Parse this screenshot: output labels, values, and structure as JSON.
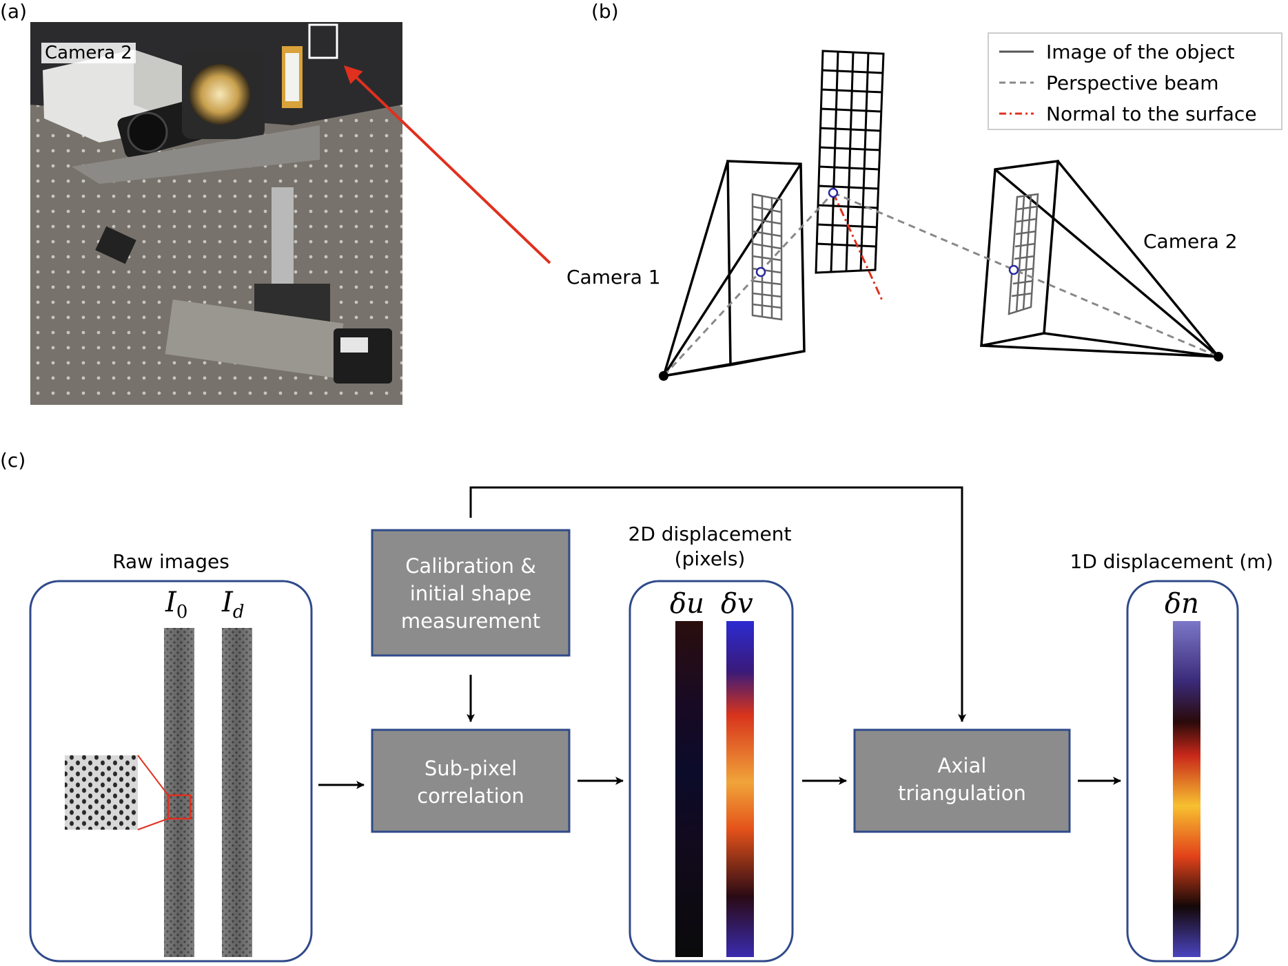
{
  "panels": {
    "a": "(a)",
    "b": "(b)",
    "c": "(c)"
  },
  "photo": {
    "camera2_label": "Camera 2"
  },
  "panel_b": {
    "camera1_label": "Camera 1",
    "camera2_label": "Camera 2",
    "legend": [
      {
        "label": "Image of the object",
        "style": "solid",
        "color": "#555555"
      },
      {
        "label": "Perspective beam",
        "style": "dashed",
        "color": "#888888"
      },
      {
        "label": "Normal to the surface",
        "style": "dashdot",
        "color": "#e0301e"
      }
    ]
  },
  "panel_c": {
    "raw_images": {
      "title": "Raw images",
      "i0": "I",
      "i0_sub": "0",
      "id": "I",
      "id_sub": "d"
    },
    "calibration": {
      "lines": [
        "Calibration &",
        "initial shape",
        "measurement"
      ]
    },
    "subpixel": {
      "lines": [
        "Sub-pixel",
        "correlation"
      ]
    },
    "disp2d": {
      "title_lines": [
        "2D displacement",
        "(pixels)"
      ],
      "du": "δu",
      "dv": "δv"
    },
    "axial": {
      "lines": [
        "Axial",
        "triangulation"
      ]
    },
    "disp1d": {
      "title": "1D displacement (m)",
      "dn": "δn"
    }
  },
  "colors": {
    "box_fill": "#8c8c8c",
    "box_border": "#2f4a8a",
    "arrow_red": "#e0301e",
    "point_ring": "#2a2aa0"
  }
}
